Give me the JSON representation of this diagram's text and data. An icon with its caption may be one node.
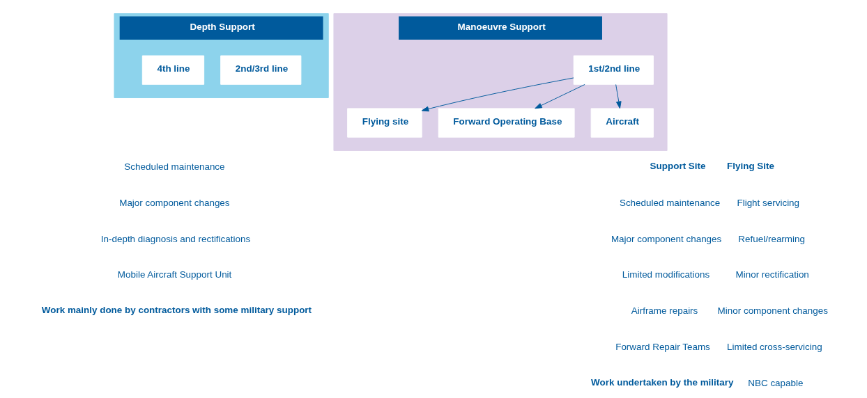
{
  "diagram": {
    "nodes": [
      {
        "text": [
          "Depth Support"
        ]
      },
      {
        "text": [
          "4th line"
        ],
        "in": 0
      },
      {
        "text": [
          "2nd/3rd line"
        ],
        "in": 0
      },
      {
        "text": [
          "Manoeuvre Support"
        ]
      },
      {
        "text": [
          "1st/2nd line"
        ],
        "in": 3
      },
      {
        "text": [
          "Flying site"
        ],
        "in": 3
      },
      {
        "text": [
          "Forward Operating Base"
        ],
        "in": 3
      },
      {
        "text": [
          "Aircraft"
        ],
        "in": 3
      }
    ],
    "edges": [
      {
        "from": 4,
        "to": 5,
        "arrow": "to"
      },
      {
        "from": 4,
        "to": 6,
        "arrow": "to"
      },
      {
        "from": 4,
        "to": 7,
        "arrow": "to"
      }
    ],
    "labels": [
      "Scheduled maintenance",
      "Major component changes",
      "In-depth diagnosis and rectifications",
      "Mobile Aircraft Support Unit",
      "Work mainly done by contractors with some military support",
      "Support Site",
      "Scheduled maintenance",
      "Major component changes",
      "Limited modifications",
      "Airframe repairs",
      "Forward Repair Teams",
      "Work undertaken by the military",
      "Flying Site",
      "Flight servicing",
      "Refuel/rearming",
      "Minor rectification",
      "Minor component changes",
      "Limited cross-servicing",
      "NBC capable"
    ]
  }
}
